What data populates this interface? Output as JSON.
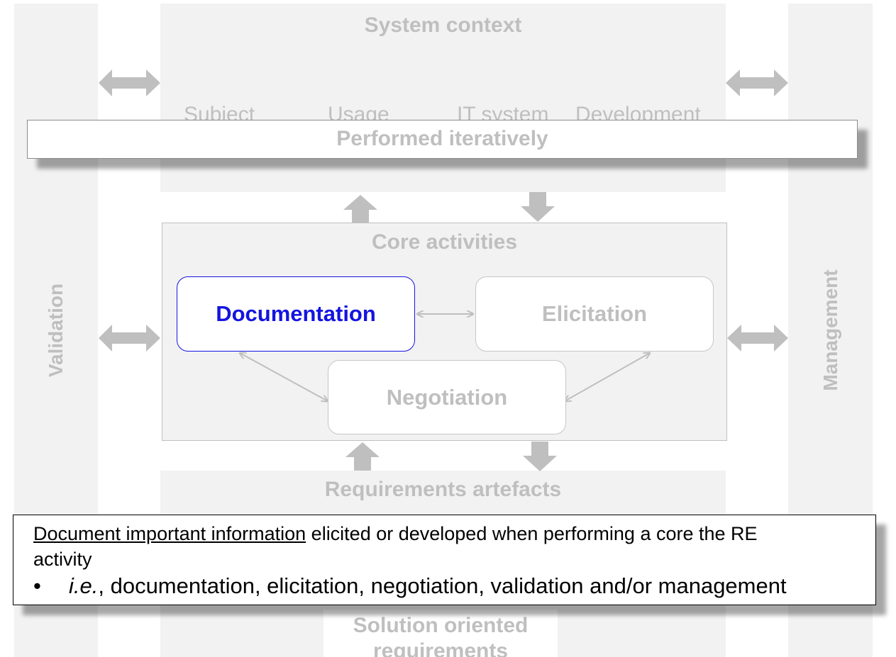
{
  "colors": {
    "panel": "#f2f2f2",
    "faded_text": "#bfbfbf",
    "arrow": "#bfbfbf",
    "active": "#1414e0"
  },
  "side": {
    "left_label": "Validation",
    "right_label": "Management"
  },
  "system_context": {
    "title": "System context",
    "facets": [
      "Subject",
      "Usage",
      "IT system",
      "Development"
    ]
  },
  "banner": {
    "label": "Performed iteratively"
  },
  "core": {
    "title": "Core activities",
    "documentation": "Documentation",
    "elicitation": "Elicitation",
    "negotiation": "Negotiation"
  },
  "artefacts": {
    "title": "Requirements artefacts"
  },
  "solution": {
    "line1": "Solution oriented",
    "line2": "requirements"
  },
  "note": {
    "underlined": "Document important information",
    "rest": " elicited or developed when performing  a core the RE",
    "line2": "activity",
    "bullet_symbol": "•",
    "bullet_italic": "i.e.",
    "bullet_rest": ", documentation, elicitation, negotiation, validation and/or management"
  }
}
